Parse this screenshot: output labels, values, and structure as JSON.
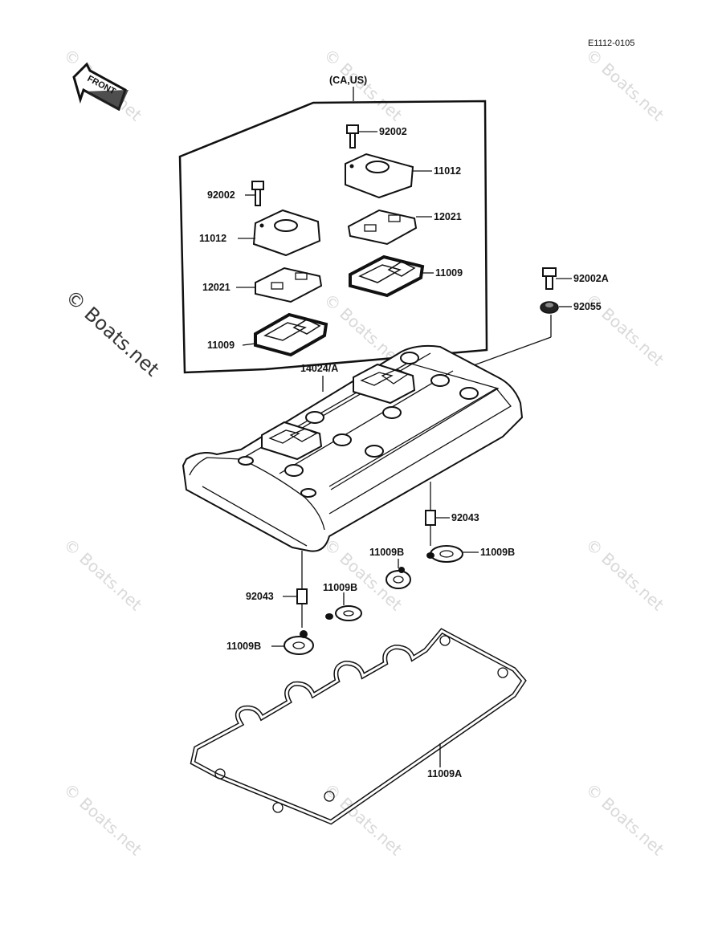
{
  "diagram_code": "E1112-0105",
  "front_label": "FRONT",
  "inset_label": "(CA,US)",
  "watermark": "© Boats.net",
  "parts": {
    "bolt_top": "92002",
    "cover_top": "11012",
    "bolt_left": "92002",
    "gasket_plate_right": "12021",
    "cover_left": "11012",
    "seal_right": "11009",
    "gasket_plate_left": "12021",
    "seal_left": "11009",
    "bolt_a": "92002A",
    "washer": "92055",
    "head_cover": "14024/A",
    "dowel_right": "92043",
    "oring_right_center": "11009B",
    "oring_right": "11009B",
    "oring_mid": "11009B",
    "dowel_left": "92043",
    "oring_left": "11009B",
    "head_gasket": "11009A"
  }
}
